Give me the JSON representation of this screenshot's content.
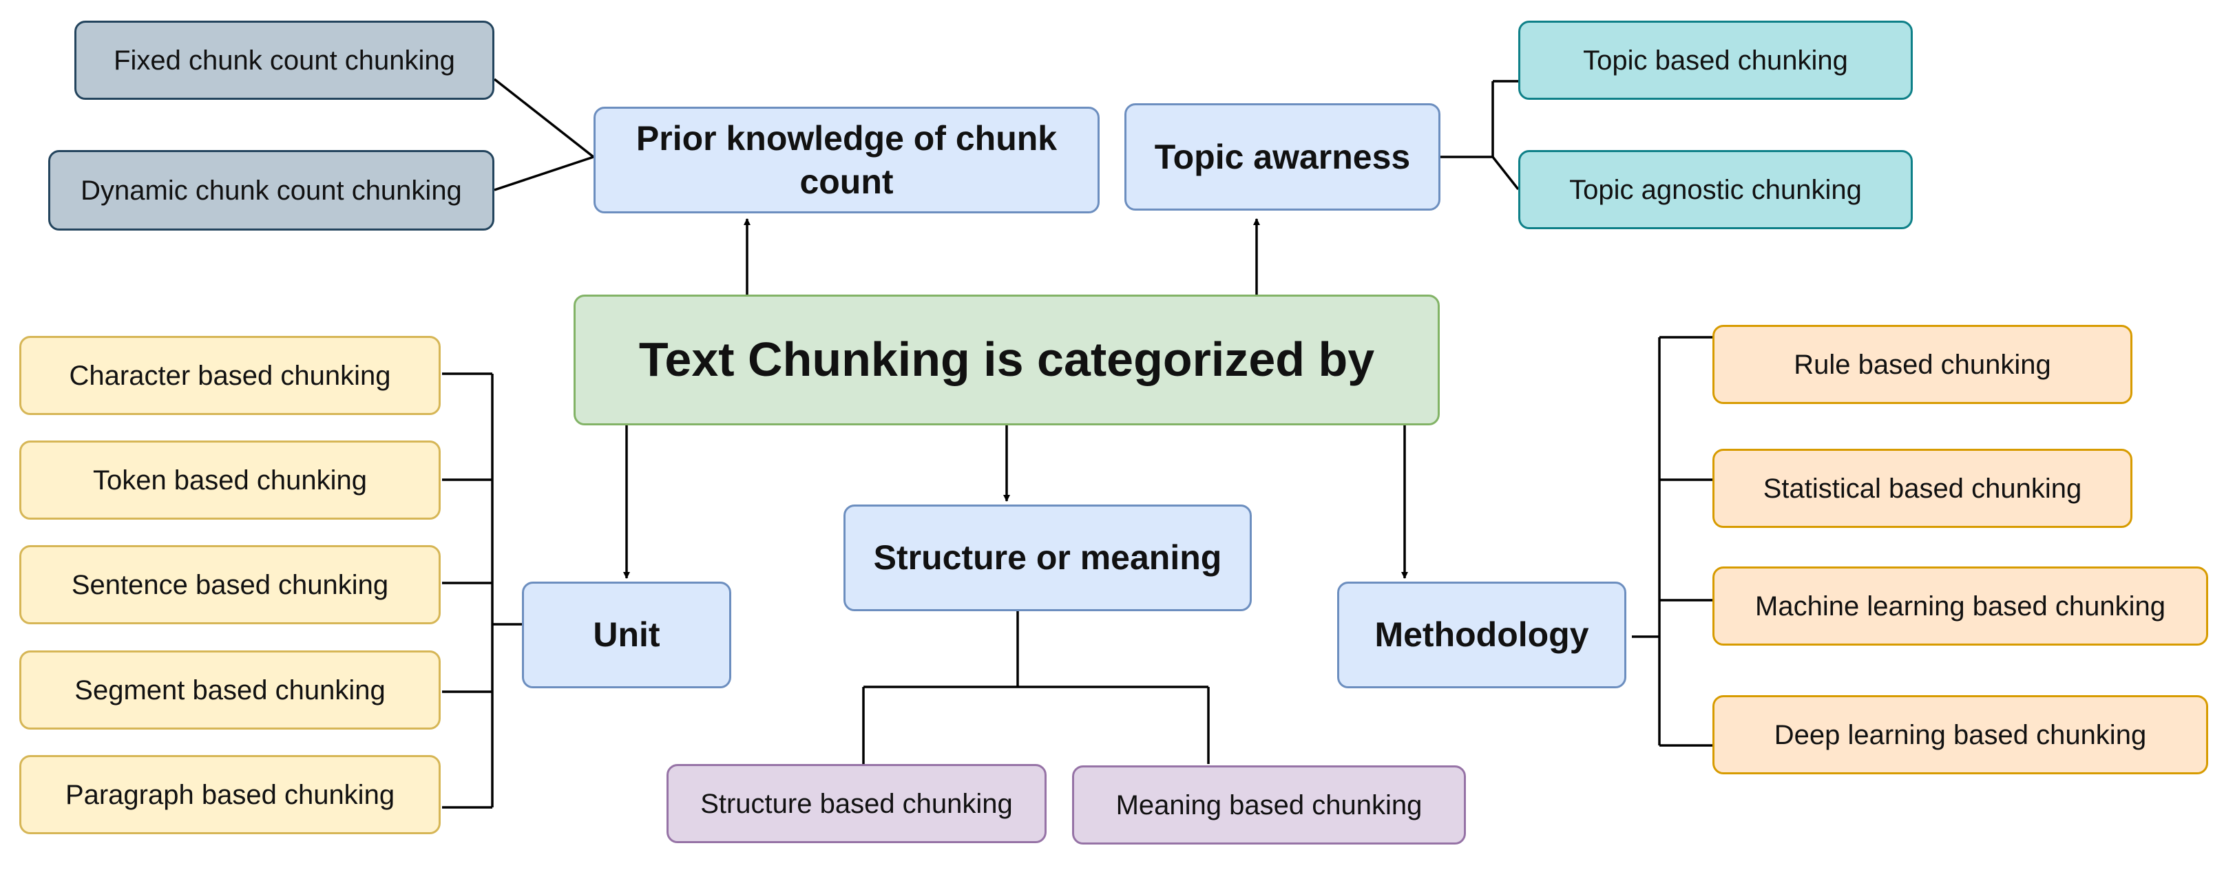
{
  "center": {
    "label": "Text Chunking is categorized by"
  },
  "categories": {
    "prior_knowledge": "Prior knowledge of chunk count",
    "topic": "Topic awarness",
    "unit": "Unit",
    "structure": "Structure or meaning",
    "methodology": "Methodology"
  },
  "prior_knowledge_leaves": [
    "Fixed chunk count chunking",
    "Dynamic chunk count chunking"
  ],
  "topic_leaves": [
    "Topic based chunking",
    "Topic agnostic chunking"
  ],
  "unit_leaves": [
    "Character based chunking",
    "Token based chunking",
    "Sentence based chunking",
    "Segment based chunking",
    "Paragraph based chunking"
  ],
  "structure_leaves": [
    "Structure based chunking",
    "Meaning based chunking"
  ],
  "methodology_leaves": [
    "Rule based chunking",
    "Statistical based chunking",
    "Machine learning based chunking",
    "Deep learning based chunking"
  ],
  "colors": {
    "category_fill": "#dae8fc",
    "category_border": "#6c8ebf",
    "center_fill": "#d5e8d4",
    "center_border": "#82b366",
    "prior_fill": "#bac8d3",
    "topic_fill": "#b0e3e6",
    "unit_fill": "#fff2cc",
    "methodology_fill": "#ffe6cc",
    "structure_fill": "#e1d5e7"
  }
}
